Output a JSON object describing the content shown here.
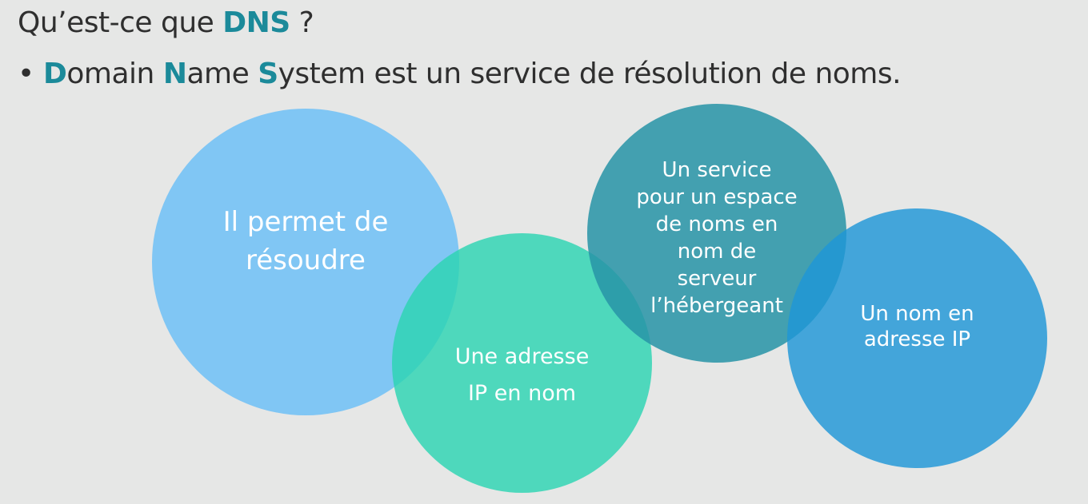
{
  "heading": {
    "prefix": "Qu’est-ce que ",
    "highlight": "DNS",
    "suffix": " ?"
  },
  "bullet": {
    "marker": "•",
    "initial_1": "D",
    "rest_1": "omain ",
    "initial_2": "N",
    "rest_2": "ame ",
    "initial_3": "S",
    "rest_3": "ystem est un service de résolution de noms."
  },
  "circles": [
    {
      "text": "Il permet de\nrésoudre"
    },
    {
      "text": "Une adresse\nIP en nom"
    },
    {
      "text": "Un service\npour un espace\nde noms en\nnom de\nserveur\nl’hébergeant"
    },
    {
      "text": "Un nom en\nadresse IP"
    }
  ],
  "colors": {
    "accent": "#1b8a9a",
    "circle_1": "#7cc4f4",
    "circle_2": "#2cd4b2",
    "circle_3": "#2894a6",
    "circle_4": "#1e96d7"
  }
}
